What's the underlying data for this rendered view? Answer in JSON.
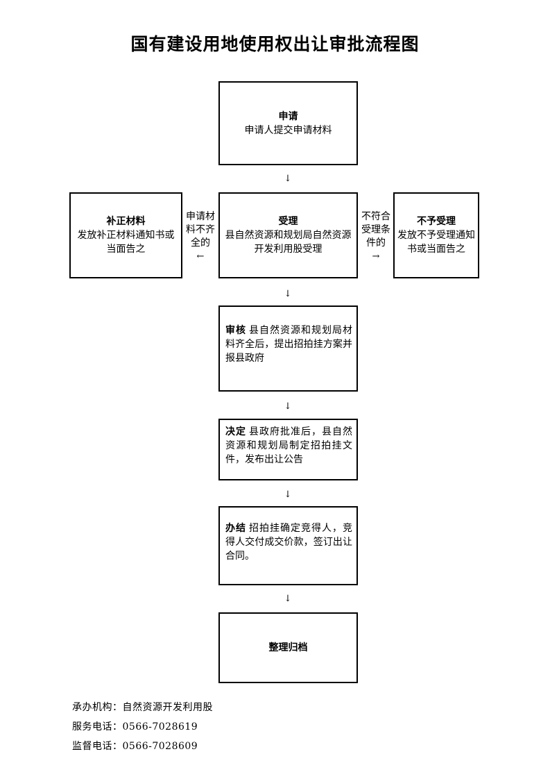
{
  "title": "国有建设用地使用权出让审批流程图",
  "arrows": {
    "down": "↓",
    "left": "←",
    "right": "→"
  },
  "nodes": {
    "apply": {
      "heading": "申请",
      "text": "申请人提交申请材料"
    },
    "accept": {
      "heading": "受理",
      "text": "县自然资源和规划局自然资源开发利用股受理"
    },
    "supplement": {
      "heading": "补正材料",
      "text": "发放补正材料通知书或当面告之"
    },
    "reject": {
      "heading": "不予受理",
      "text": "发放不予受理通知书或当面告之"
    },
    "review": {
      "heading": "审核",
      "text": "县自然资源和规划局材料齐全后，提出招拍挂方案并报县政府"
    },
    "decide": {
      "heading": "决定",
      "text": "县政府批准后，县自然资源和规划局制定招拍挂文件，发布出让公告"
    },
    "handle": {
      "heading": "办结",
      "text": "招拍挂确定竞得人，竞得人交付成交价款，签订出让合同。"
    },
    "archive": {
      "heading": "整理归档"
    }
  },
  "edges": {
    "incomplete": "申请材料不齐全的",
    "not_eligible": "不符合受理条件的"
  },
  "footer": {
    "agency": "承办机构：自然资源开发利用股",
    "service_phone": "服务电话：0566-7028619",
    "supervise_phone": "监督电话：0566-7028609"
  }
}
